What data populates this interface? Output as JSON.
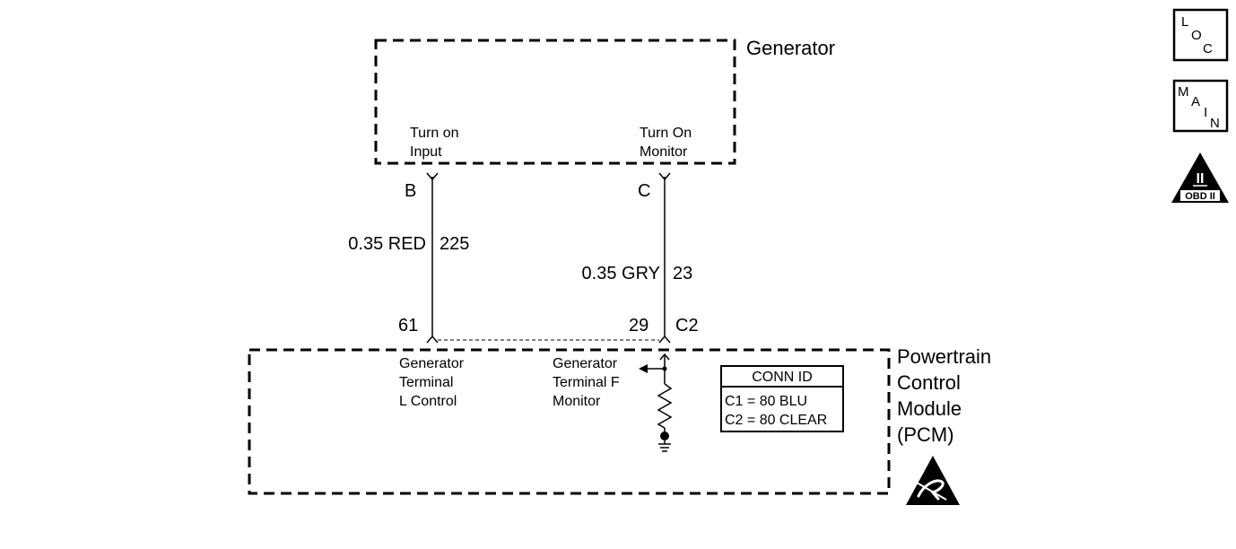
{
  "generator": {
    "title": "Generator",
    "turn_on_input": [
      "Turn on",
      "Input"
    ],
    "turn_on_monitor": [
      "Turn On",
      "Monitor"
    ]
  },
  "wires": [
    {
      "pin_top": "B",
      "gauge_color": "0.35 RED",
      "circuit": "225",
      "pin_bottom": "61"
    },
    {
      "pin_top": "C",
      "gauge_color": "0.35 GRY",
      "circuit": "23",
      "pin_bottom": "29",
      "connector": "C2"
    }
  ],
  "pcm": {
    "title": [
      "Powertrain",
      "Control",
      "Module",
      "(PCM)"
    ],
    "terminal_l": [
      "Generator",
      "Terminal",
      "L Control"
    ],
    "terminal_f": [
      "Generator",
      "Terminal F",
      "Monitor"
    ]
  },
  "conn_id": {
    "header": "CONN ID",
    "rows": [
      "C1 = 80 BLU",
      "C2 = 80 CLEAR"
    ]
  },
  "icons": {
    "loc": [
      "L",
      "O",
      "C"
    ],
    "main": [
      "M",
      "A",
      "I",
      "N"
    ],
    "obd": {
      "numeral": "II",
      "label": "OBD II"
    },
    "esd": "esd-sensitive-icon"
  }
}
